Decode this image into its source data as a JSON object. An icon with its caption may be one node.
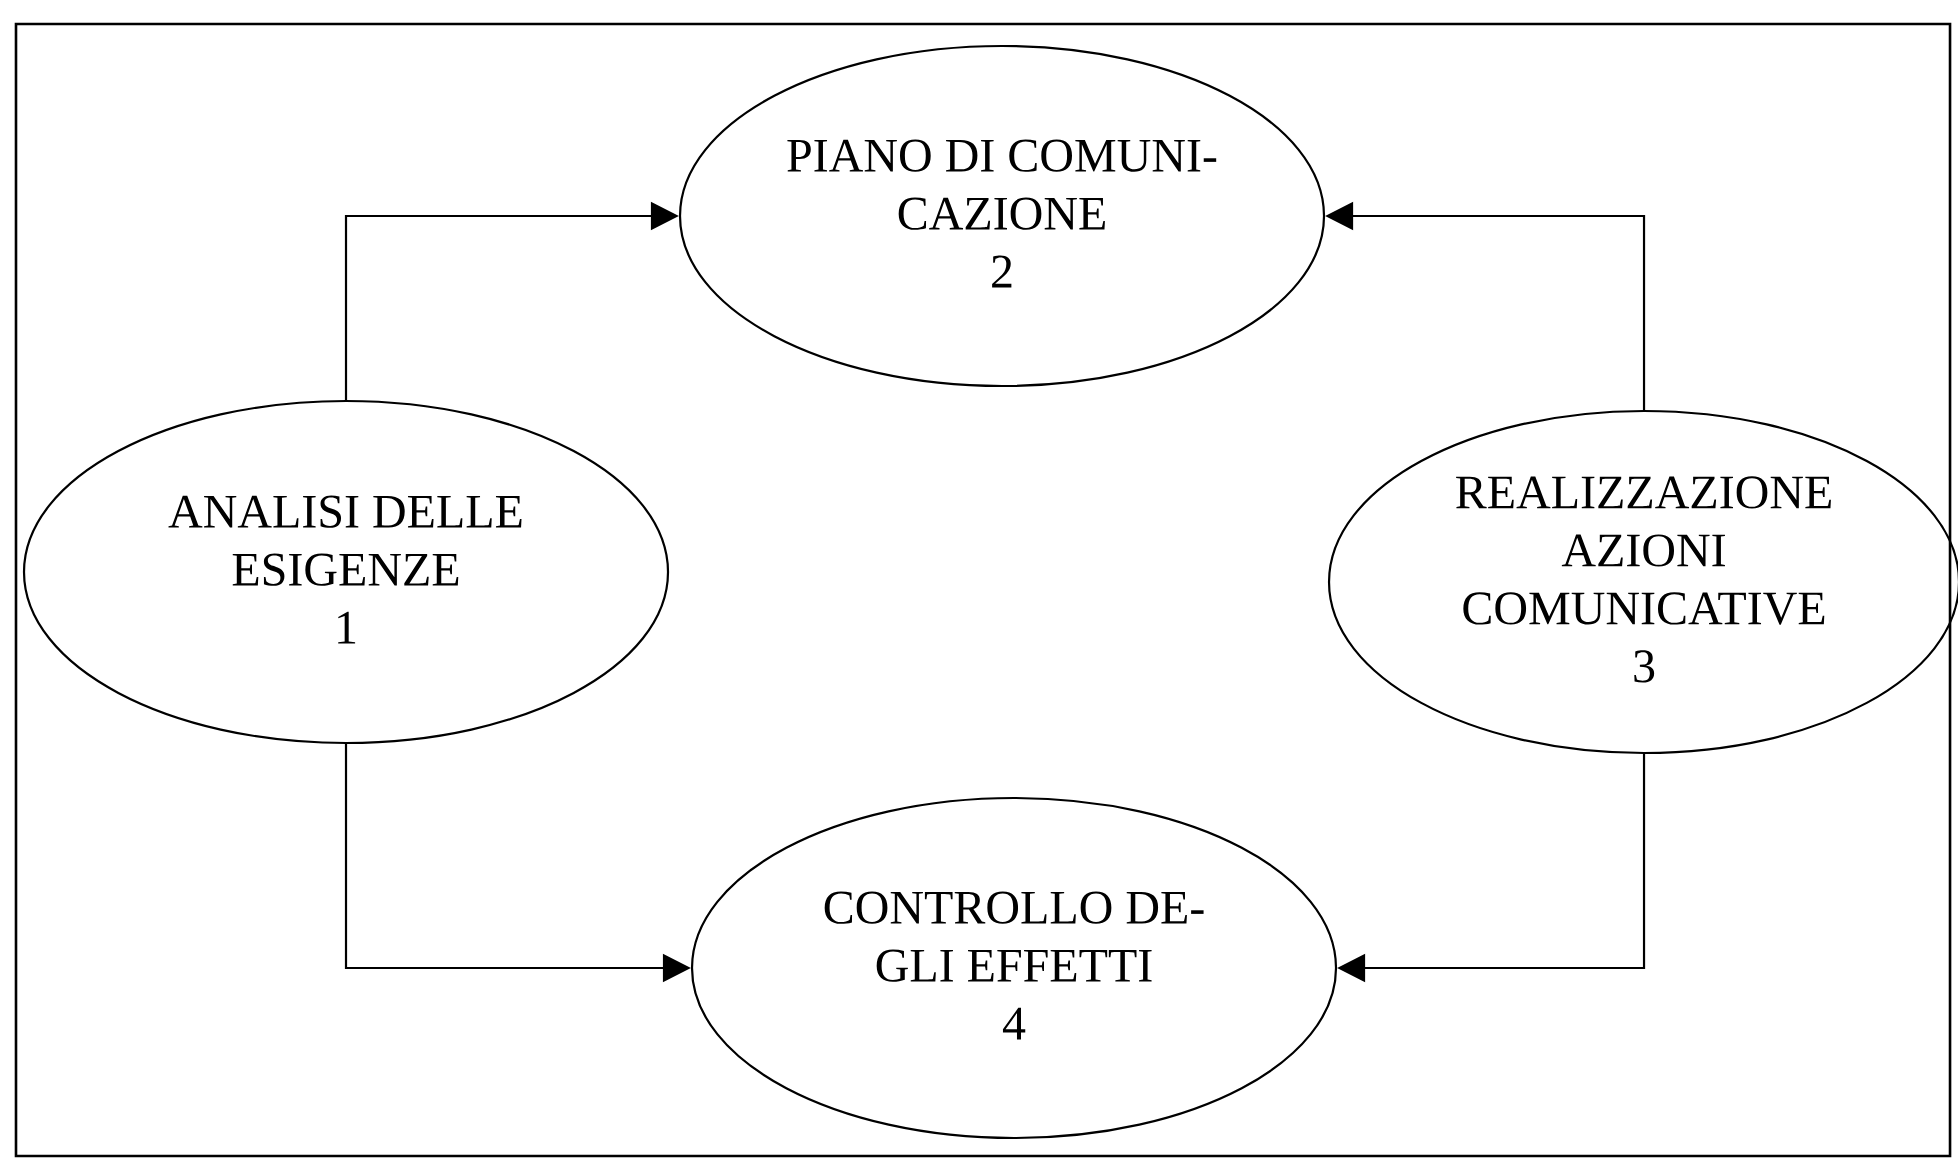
{
  "diagram": {
    "nodes": [
      {
        "text": [
          "ANALISI DELLE ESIGENZE",
          "1"
        ]
      },
      {
        "text": [
          "PIANO DI COMUNI- CAZIONE",
          "2"
        ]
      },
      {
        "text": [
          "REALIZZAZIONE AZIONI COMUNICATIVE",
          "3"
        ]
      },
      {
        "text": [
          "CONTROLLO DE- GLI EFFETTI",
          "4"
        ]
      }
    ],
    "edges": [
      {
        "from": 0,
        "to": 1,
        "arrow": "to"
      },
      {
        "from": 2,
        "to": 1,
        "arrow": "to"
      },
      {
        "from": 0,
        "to": 3,
        "arrow": "to"
      },
      {
        "from": 2,
        "to": 3,
        "arrow": "to"
      }
    ]
  }
}
